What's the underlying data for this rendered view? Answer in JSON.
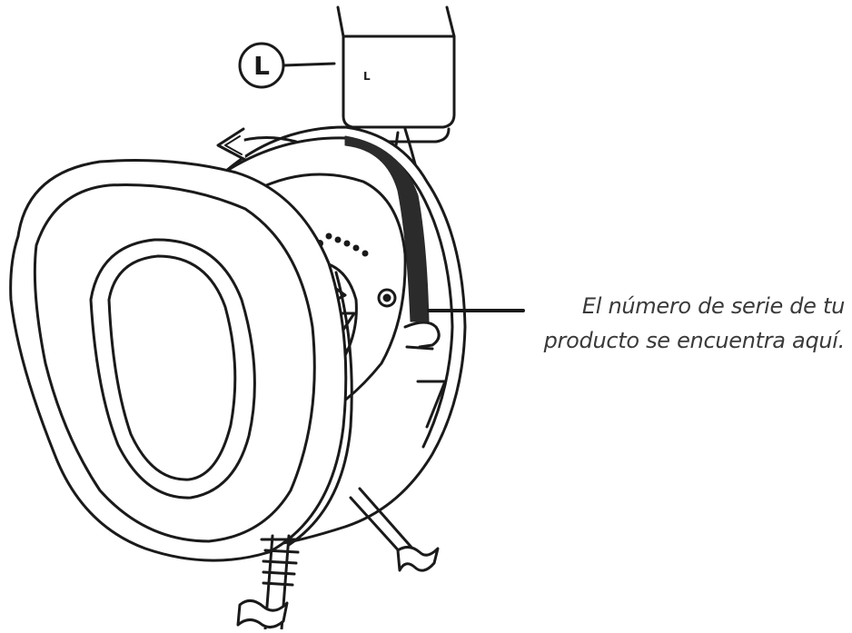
{
  "side_badge": {
    "letter": "L"
  },
  "band_mark": {
    "letter": "L"
  },
  "callout": {
    "line1": "El número de serie de tu",
    "line2": "producto se encuentra aquí."
  },
  "colors": {
    "ink": "#1a1a1a",
    "label_bar": "#2b2b2b",
    "text": "#3a3a3a",
    "background": "#ffffff"
  },
  "icons": [
    "rotate-arrow-icon",
    "side-indicator-icon"
  ]
}
